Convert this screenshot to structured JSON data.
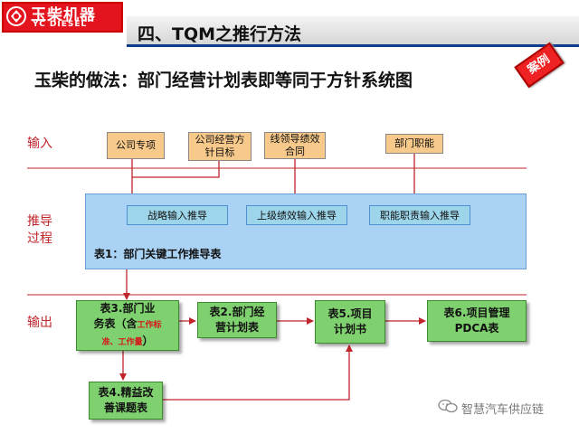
{
  "header": {
    "logo_cn": "玉柴机器",
    "logo_en": "YC DIESEL",
    "title": "四、TQM之推行方法"
  },
  "subtitle": "玉柴的做法：部门经营计划表即等同于方针系统图",
  "stamp": "案例",
  "sections": {
    "input": "输入",
    "process_line1": "推导",
    "process_line2": "过程",
    "output": "输出"
  },
  "inputs": [
    {
      "line1": "公司专项",
      "line2": ""
    },
    {
      "line1": "公司经营方",
      "line2": "针目标"
    },
    {
      "line1": "线领导绩效",
      "line2": "合同"
    },
    {
      "line1": "部门职能",
      "line2": ""
    }
  ],
  "process": {
    "steps": [
      "战略输入推导",
      "上级绩效输入推导",
      "职能职责输入推导"
    ],
    "table_label": "表1：部门关键工作推导表"
  },
  "outputs": {
    "t3_line1": "表3.部门业",
    "t3_line2_prefix": "务表（含",
    "t3_red1": "工作标",
    "t3_red2": "准、工作量",
    "t3_suffix": "）",
    "t2_line1": "表2.部门经",
    "t2_line2": "营计划表",
    "t5_line1": "表5.项目",
    "t5_line2": "计划书",
    "t6_line1": "表6.项目管理",
    "t6_line2": "PDCA表",
    "t4_line1": "表4.精益改",
    "t4_line2": "善课题表"
  },
  "watermark": "智慧汽车供应链",
  "colors": {
    "brand_red": "#e4141e",
    "title_rule": "#0c3c8c",
    "section_label": "#c0252b",
    "arrow_red": "#c0252b",
    "input_box": "#f7c98a",
    "process_band": "#a9d2f4",
    "output_box": "#7fd06e"
  }
}
